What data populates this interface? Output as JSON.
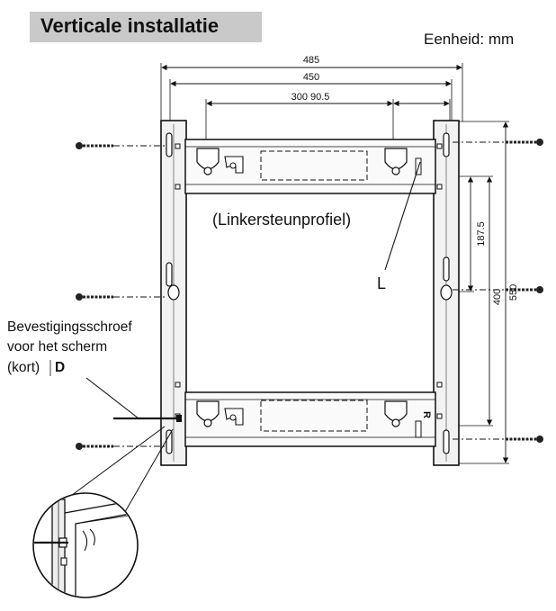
{
  "title": "Verticale installatie",
  "unit_label": "Eenheid: mm",
  "dimensions": {
    "outer_width": "485",
    "inner_width": "450",
    "hole_spacing": "300 90.5",
    "height_inner": "187.5",
    "height_mid": "400",
    "height_outer": "550"
  },
  "labels": {
    "profile_caption": "(Linkersteunprofiel)",
    "left_marker": "L",
    "right_marker": "R",
    "screw_line1": "Bevestigingsschroef",
    "screw_line2": "voor het scherm",
    "screw_line3": "(kort)",
    "screw_code": "D"
  }
}
